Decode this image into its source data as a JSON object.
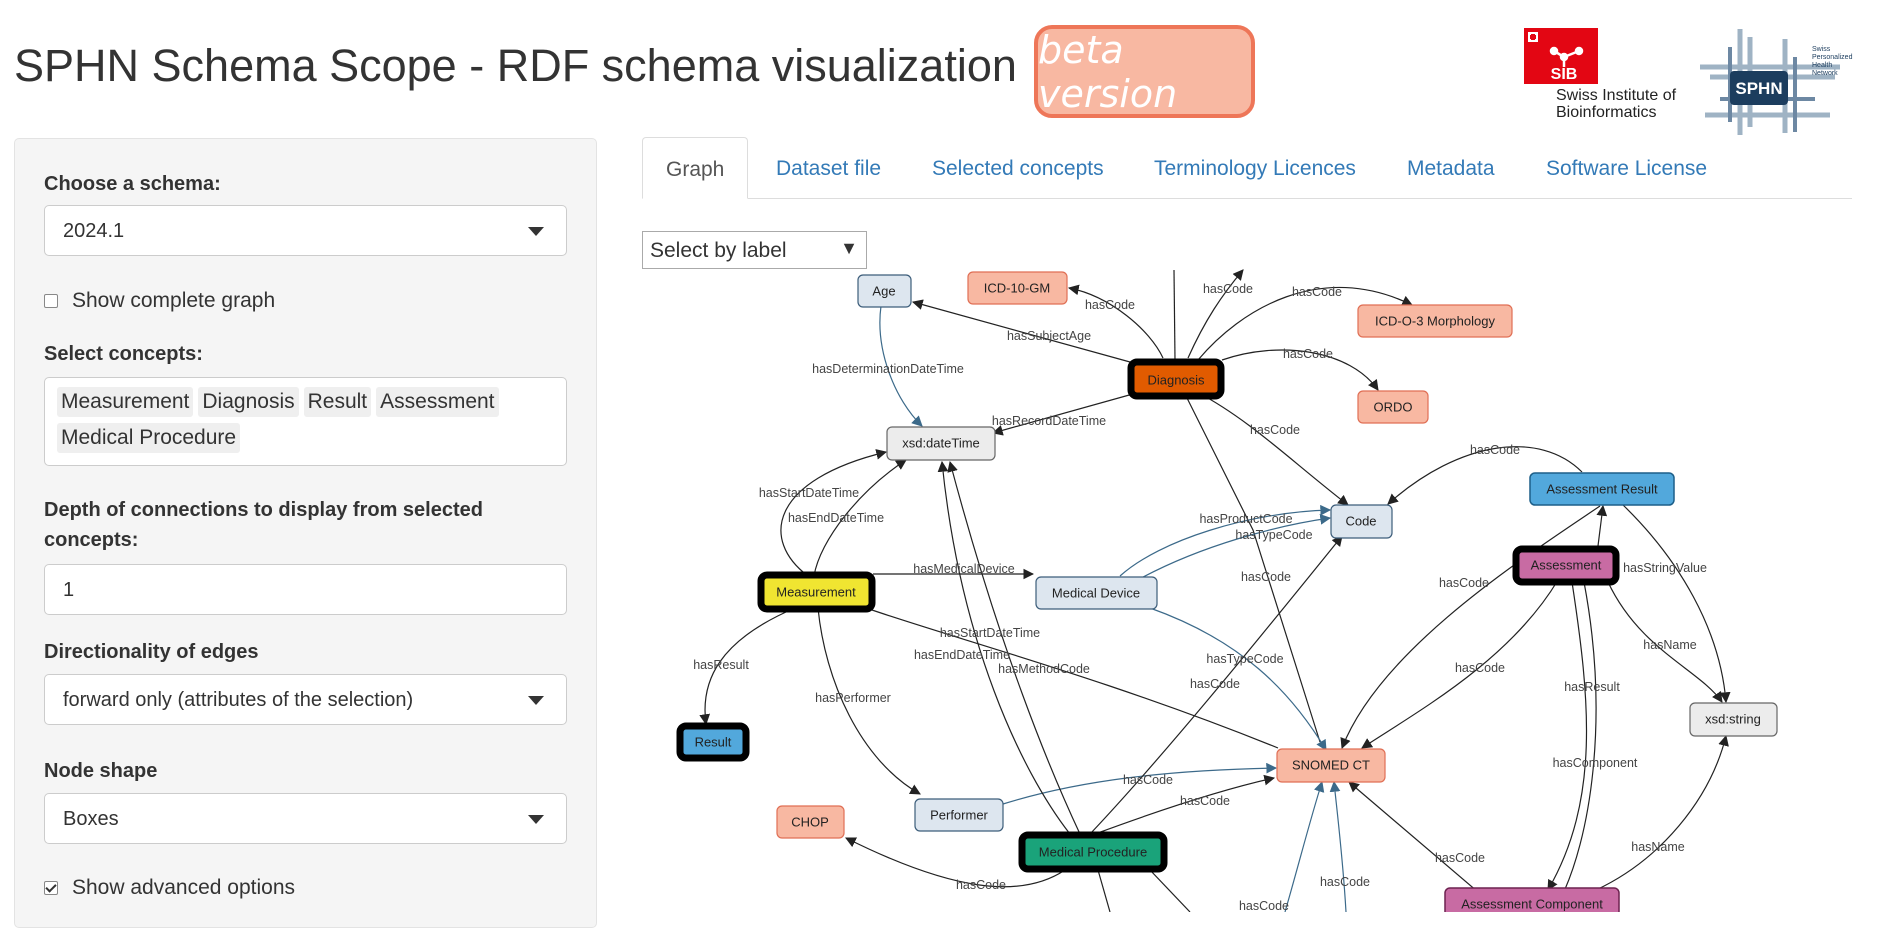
{
  "header": {
    "title": "SPHN Schema Scope - RDF schema visualization",
    "beta": "beta version",
    "sib_name": "SIB",
    "sib_line1": "Swiss Institute of",
    "sib_line2": "Bioinformatics",
    "sphn_name": "SPHN",
    "sphn_small": [
      "Swiss",
      "Personalized",
      "Health",
      "Network"
    ]
  },
  "sidebar": {
    "schema_label": "Choose a schema:",
    "schema_value": "2024.1",
    "show_complete_label": "Show complete graph",
    "show_complete_checked": false,
    "select_concepts_label": "Select concepts:",
    "concepts": [
      "Measurement",
      "Diagnosis",
      "Result",
      "Assessment",
      "Medical Procedure"
    ],
    "depth_label": "Depth of connections to display from selected concepts:",
    "depth_value": "1",
    "direction_label": "Directionality of edges",
    "direction_value": "forward only (attributes of the selection)",
    "shape_label": "Node shape",
    "shape_value": "Boxes",
    "advanced_label": "Show advanced options",
    "advanced_checked": true
  },
  "tabs": [
    "Graph",
    "Dataset file",
    "Selected concepts",
    "Terminology Licences",
    "Metadata",
    "Software License"
  ],
  "graph": {
    "select_placeholder": "Select by label",
    "colors": {
      "terminology": "#f8b8a2",
      "terminology_border": "#e06f55",
      "datatype": "#dde6ef",
      "datatype_border": "#3c5d7a",
      "literal": "#ececec",
      "literal_border": "#666666",
      "diagnosis": "#e15b00",
      "measurement": "#f0e531",
      "result": "#52a8dc",
      "assessment": "#c86ba3",
      "procedure": "#1aa37a"
    },
    "nodes": {
      "age": "Age",
      "icd10": "ICD-10-GM",
      "icdo3": "ICD-O-3 Morphology",
      "diagnosis": "Diagnosis",
      "ordo": "ORDO",
      "datetime": "xsd:dateTime",
      "code": "Code",
      "assess_result": "Assessment Result",
      "assessment": "Assessment",
      "measurement": "Measurement",
      "medical_device": "Medical Device",
      "result": "Result",
      "xsd_string": "xsd:string",
      "snomed": "SNOMED CT",
      "performer": "Performer",
      "chop": "CHOP",
      "medical_procedure": "Medical Procedure",
      "assess_component": "Assessment Component"
    },
    "edges": {
      "hasCode": "hasCode",
      "hasSubjectAge": "hasSubjectAge",
      "hasDeterminationDateTime": "hasDeterminationDateTime",
      "hasRecordDateTime": "hasRecordDateTime",
      "hasStartDateTime": "hasStartDateTime",
      "hasEndDateTime": "hasEndDateTime",
      "hasProductCode": "hasProductCode",
      "hasTypeCode": "hasTypeCode",
      "hasMedicalDevice": "hasMedicalDevice",
      "hasResult": "hasResult",
      "hasPerformer": "hasPerformer",
      "hasMethodCode": "hasMethodCode",
      "hasStringValue": "hasStringValue",
      "hasName": "hasName",
      "hasComponent": "hasComponent"
    }
  }
}
